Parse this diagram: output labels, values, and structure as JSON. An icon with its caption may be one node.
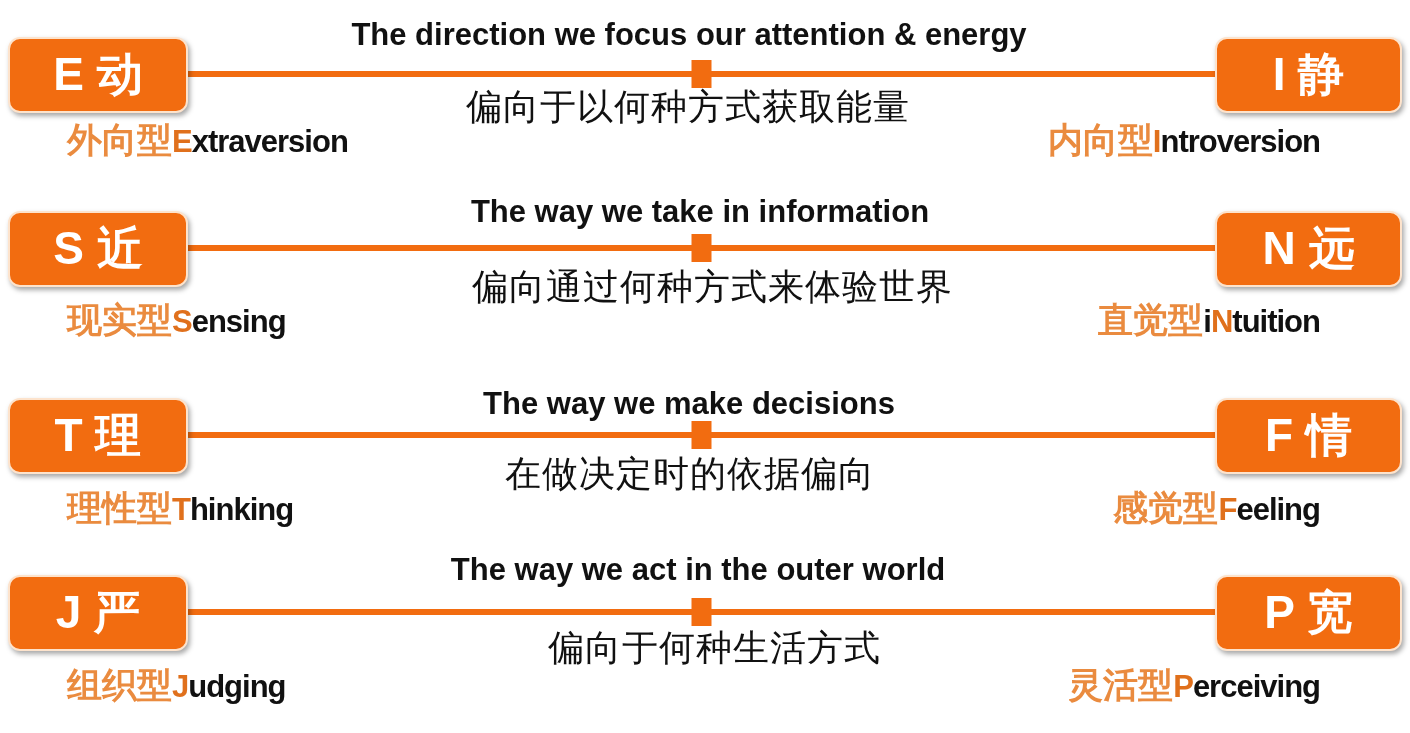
{
  "diagram": {
    "nodes": [
      {
        "text": [
          "E 动"
        ],
        "beside": [
          "外向型Extraversion"
        ]
      },
      {
        "text": [
          "I 静"
        ],
        "beside": [
          "内向型Introversion"
        ]
      },
      {
        "text": [
          "S 近"
        ],
        "beside": [
          "现实型Sensing"
        ]
      },
      {
        "text": [
          "N 远"
        ],
        "beside": [
          "直觉型iNtuition"
        ]
      },
      {
        "text": [
          "T 理"
        ],
        "beside": [
          "理性型Thinking"
        ]
      },
      {
        "text": [
          "F 情"
        ],
        "beside": [
          "感觉型Feeling"
        ]
      },
      {
        "text": [
          "J 严"
        ],
        "beside": [
          "组织型Judging"
        ]
      },
      {
        "text": [
          "P 宽"
        ],
        "beside": [
          "灵活型Perceiving"
        ]
      }
    ],
    "edges": [
      {
        "from": 0,
        "to": 1,
        "arrow": "none"
      },
      {
        "from": 2,
        "to": 3,
        "arrow": "none"
      },
      {
        "from": 4,
        "to": 5,
        "arrow": "none"
      },
      {
        "from": 6,
        "to": 7,
        "arrow": "none"
      }
    ],
    "labels": [
      "The direction we focus our attention & energy",
      "偏向于以何种方式获取能量",
      "The way we take in information",
      "偏向通过何种方式来体验世界",
      "The way we make decisions",
      "在做决定时的依据偏向",
      "The way we act in the outer world",
      "偏向于何种生活方式"
    ]
  }
}
